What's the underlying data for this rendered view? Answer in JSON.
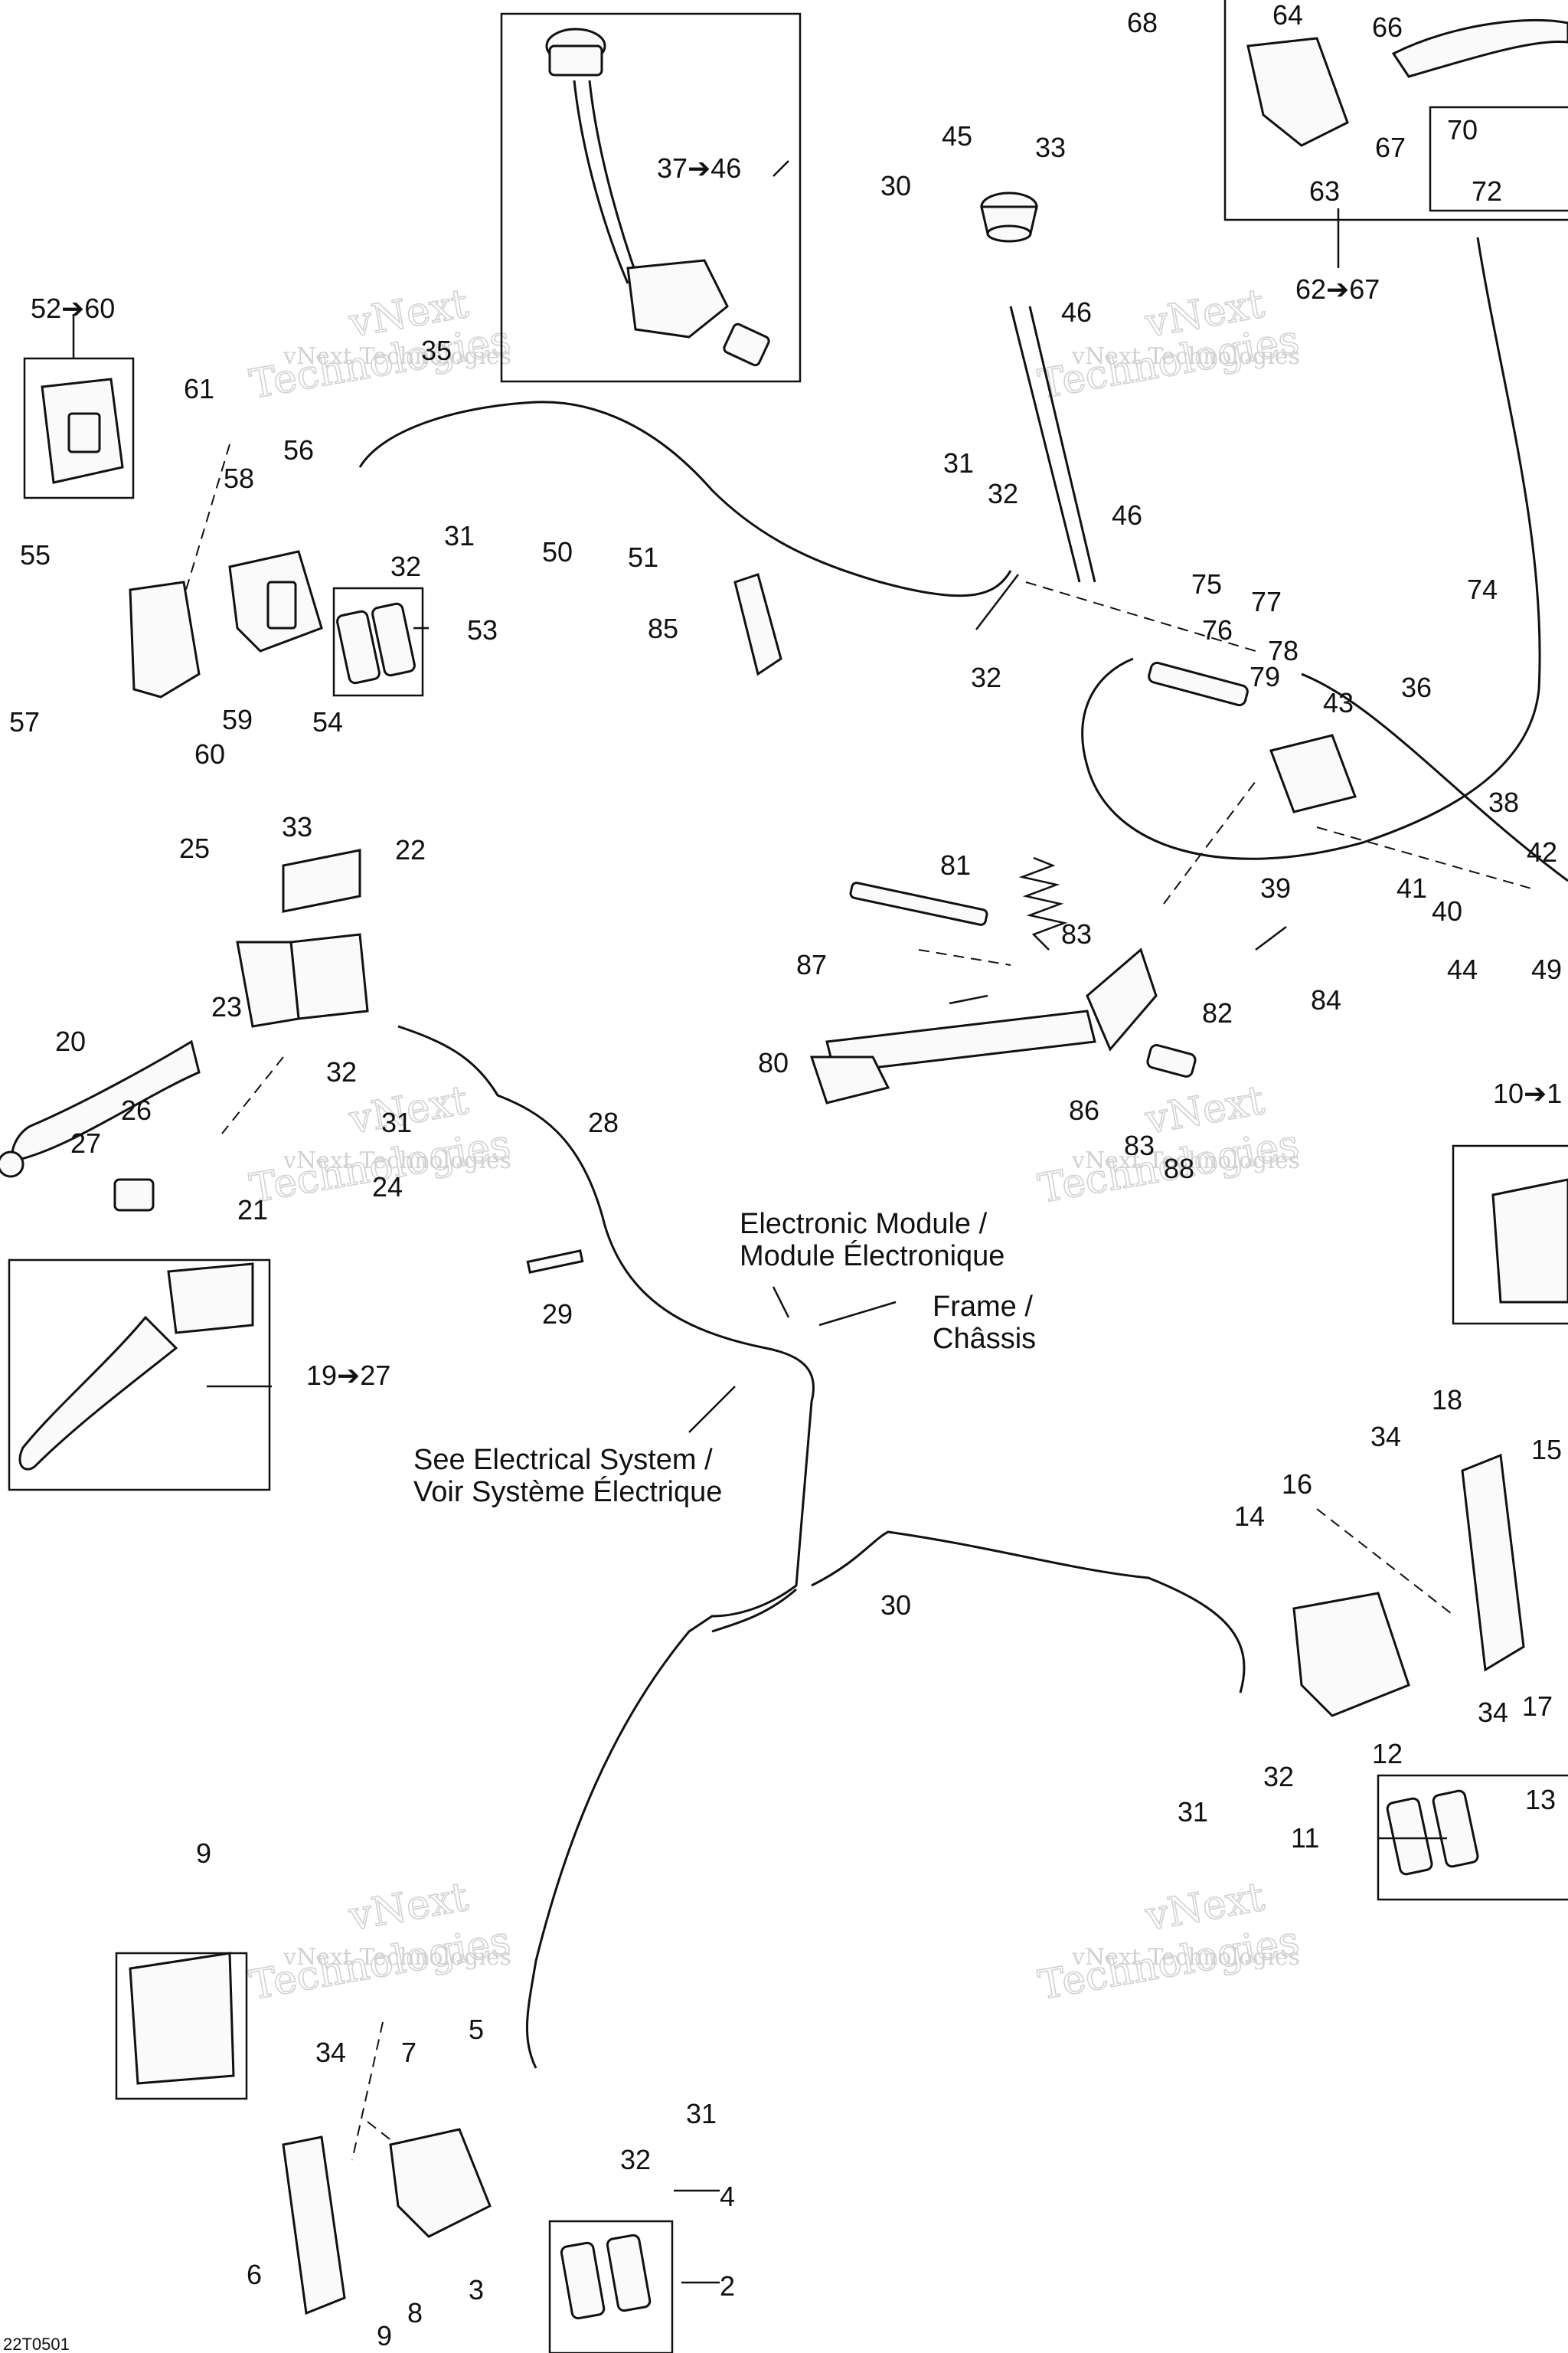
{
  "callouts": {
    "c52_60": "52➔60",
    "c61": "61",
    "c58": "58",
    "c56": "56",
    "c55": "55",
    "c57": "57",
    "c59": "59",
    "c60": "60",
    "c54": "54",
    "c53": "53",
    "c35": "35",
    "c37_46": "37➔46",
    "c50": "50",
    "c51": "51",
    "c31a": "31",
    "c32a": "32",
    "c45": "45",
    "c33a": "33",
    "c30a": "30",
    "c46a": "46",
    "c46b": "46",
    "c31b": "31",
    "c32b": "32",
    "c32c": "32",
    "c85": "85",
    "c68": "68",
    "c64": "64",
    "c66": "66",
    "c67": "67",
    "c70": "70",
    "c72": "72",
    "c63": "63",
    "c62_67": "62➔67",
    "c74": "74",
    "c75": "75",
    "c76": "76",
    "c77": "77",
    "c78": "78",
    "c79": "79",
    "c43": "43",
    "c36": "36",
    "c38": "38",
    "c42": "42",
    "c41": "41",
    "c40": "40",
    "c39": "39",
    "c44": "44",
    "c49": "49",
    "c84": "84",
    "c81": "81",
    "c87": "87",
    "c83a": "83",
    "c82": "82",
    "c80": "80",
    "c86": "86",
    "c83b": "83",
    "c88": "88",
    "c33b": "33",
    "c22": "22",
    "c25": "25",
    "c23": "23",
    "c20": "20",
    "c32d": "32",
    "c26": "26",
    "c27": "27",
    "c21": "21",
    "c31c": "31",
    "c24": "24",
    "c28": "28",
    "c29": "29",
    "c19_27": "19➔27",
    "c10": "10➔1",
    "c18": "18",
    "c15": "15",
    "c34a": "34",
    "c16": "16",
    "c14": "14",
    "c30b": "30",
    "c34b": "34",
    "c17": "17",
    "c12": "12",
    "c32e": "32",
    "c31d": "31",
    "c11": "11",
    "c13": "13",
    "c9a": "9",
    "c34c": "34",
    "c7": "7",
    "c5": "5",
    "c31e": "31",
    "c32f": "32",
    "c4": "4",
    "c6": "6",
    "c8": "8",
    "c3": "3",
    "c2": "2",
    "c9b": "9"
  },
  "notes": {
    "electronic_module_en": "Electronic Module /",
    "electronic_module_fr": "Module Électronique",
    "frame_en": "Frame /",
    "frame_fr": "Châssis",
    "electrical_en": "See Electrical System /",
    "electrical_fr": "Voir Système Électrique"
  },
  "watermark": {
    "line1": "vNext",
    "line2": "Technologies",
    "small": "vNext Technologies"
  },
  "drawing_code": "22T0501",
  "colors": {
    "ink": "#111111",
    "watermark": "#d2d2d2",
    "background": "#ffffff"
  }
}
